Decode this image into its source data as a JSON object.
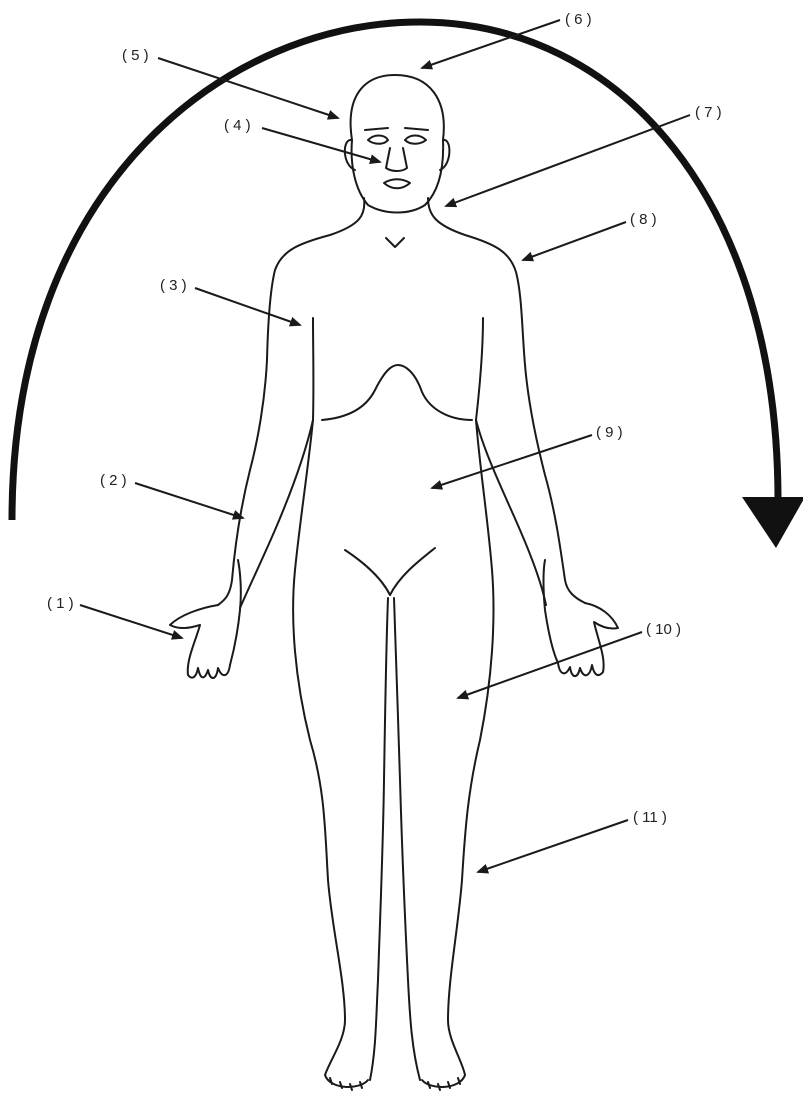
{
  "labels": [
    {
      "id": "1",
      "text": "( 1 )"
    },
    {
      "id": "2",
      "text": "( 2 )"
    },
    {
      "id": "3",
      "text": "( 3 )"
    },
    {
      "id": "4",
      "text": "( 4 )"
    },
    {
      "id": "5",
      "text": "( 5 )"
    },
    {
      "id": "6",
      "text": "( 6 )"
    },
    {
      "id": "7",
      "text": "( 7 )"
    },
    {
      "id": "8",
      "text": "( 8 )"
    },
    {
      "id": "9",
      "text": "( 9 )"
    },
    {
      "id": "10",
      "text": "( 10 )"
    },
    {
      "id": "11",
      "text": "( 11 )"
    }
  ],
  "colors": {
    "line": "#1a1a1a",
    "background": "#ffffff"
  },
  "rotation_arrow": {
    "direction": "clockwise"
  }
}
